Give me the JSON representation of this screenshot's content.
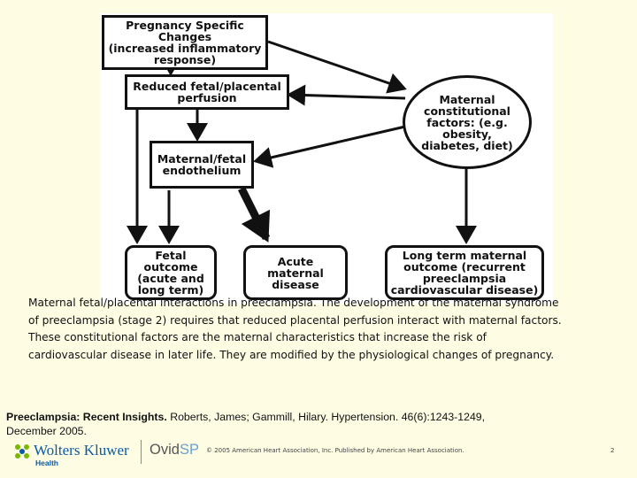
{
  "diagram": {
    "nodes": {
      "pregnancy": "Pregnancy Specific\nChanges\n(increased inflammatory\nresponse)",
      "reduced": "Reduced fetal/placental\nperfusion",
      "maternal_factors": "Maternal\nconstitutional\nfactors: (e.g.\nobesity,\ndiabetes, diet)",
      "endothelium": "Maternal/fetal\nendothelium",
      "fetal": "Fetal\noutcome\n(acute and\nlong term)",
      "acute": "Acute\nmaternal\ndisease",
      "longterm": "Long term maternal\noutcome (recurrent\npreeclampsia\ncardiovascular disease)"
    }
  },
  "caption": "Maternal fetal/placental interactions in preeclampsia. The development of the maternal syndrome of preeclampsia (stage 2) requires that reduced placental perfusion interact with maternal factors. These constitutional factors are the maternal characteristics that increase the risk of cardiovascular disease in later life. They are modified by the physiological changes of pregnancy.",
  "citation": {
    "title": "Preeclampsia: Recent Insights.",
    "rest": " Roberts, James; Gammill, Hilary. Hypertension. 46(6):1243-1249, December 2005."
  },
  "footer": {
    "publisher_name": "Wolters Kluwer",
    "publisher_sub": "Health",
    "ovid_main": "Ovid",
    "ovid_suffix": "SP",
    "copyright": "© 2005 American Heart Association, Inc. Published by American Heart Association.",
    "page_number": "2"
  },
  "colors": {
    "background": "#fefce3",
    "publisher_blue": "#0b5aa6",
    "logo_green": "#7ab800"
  }
}
